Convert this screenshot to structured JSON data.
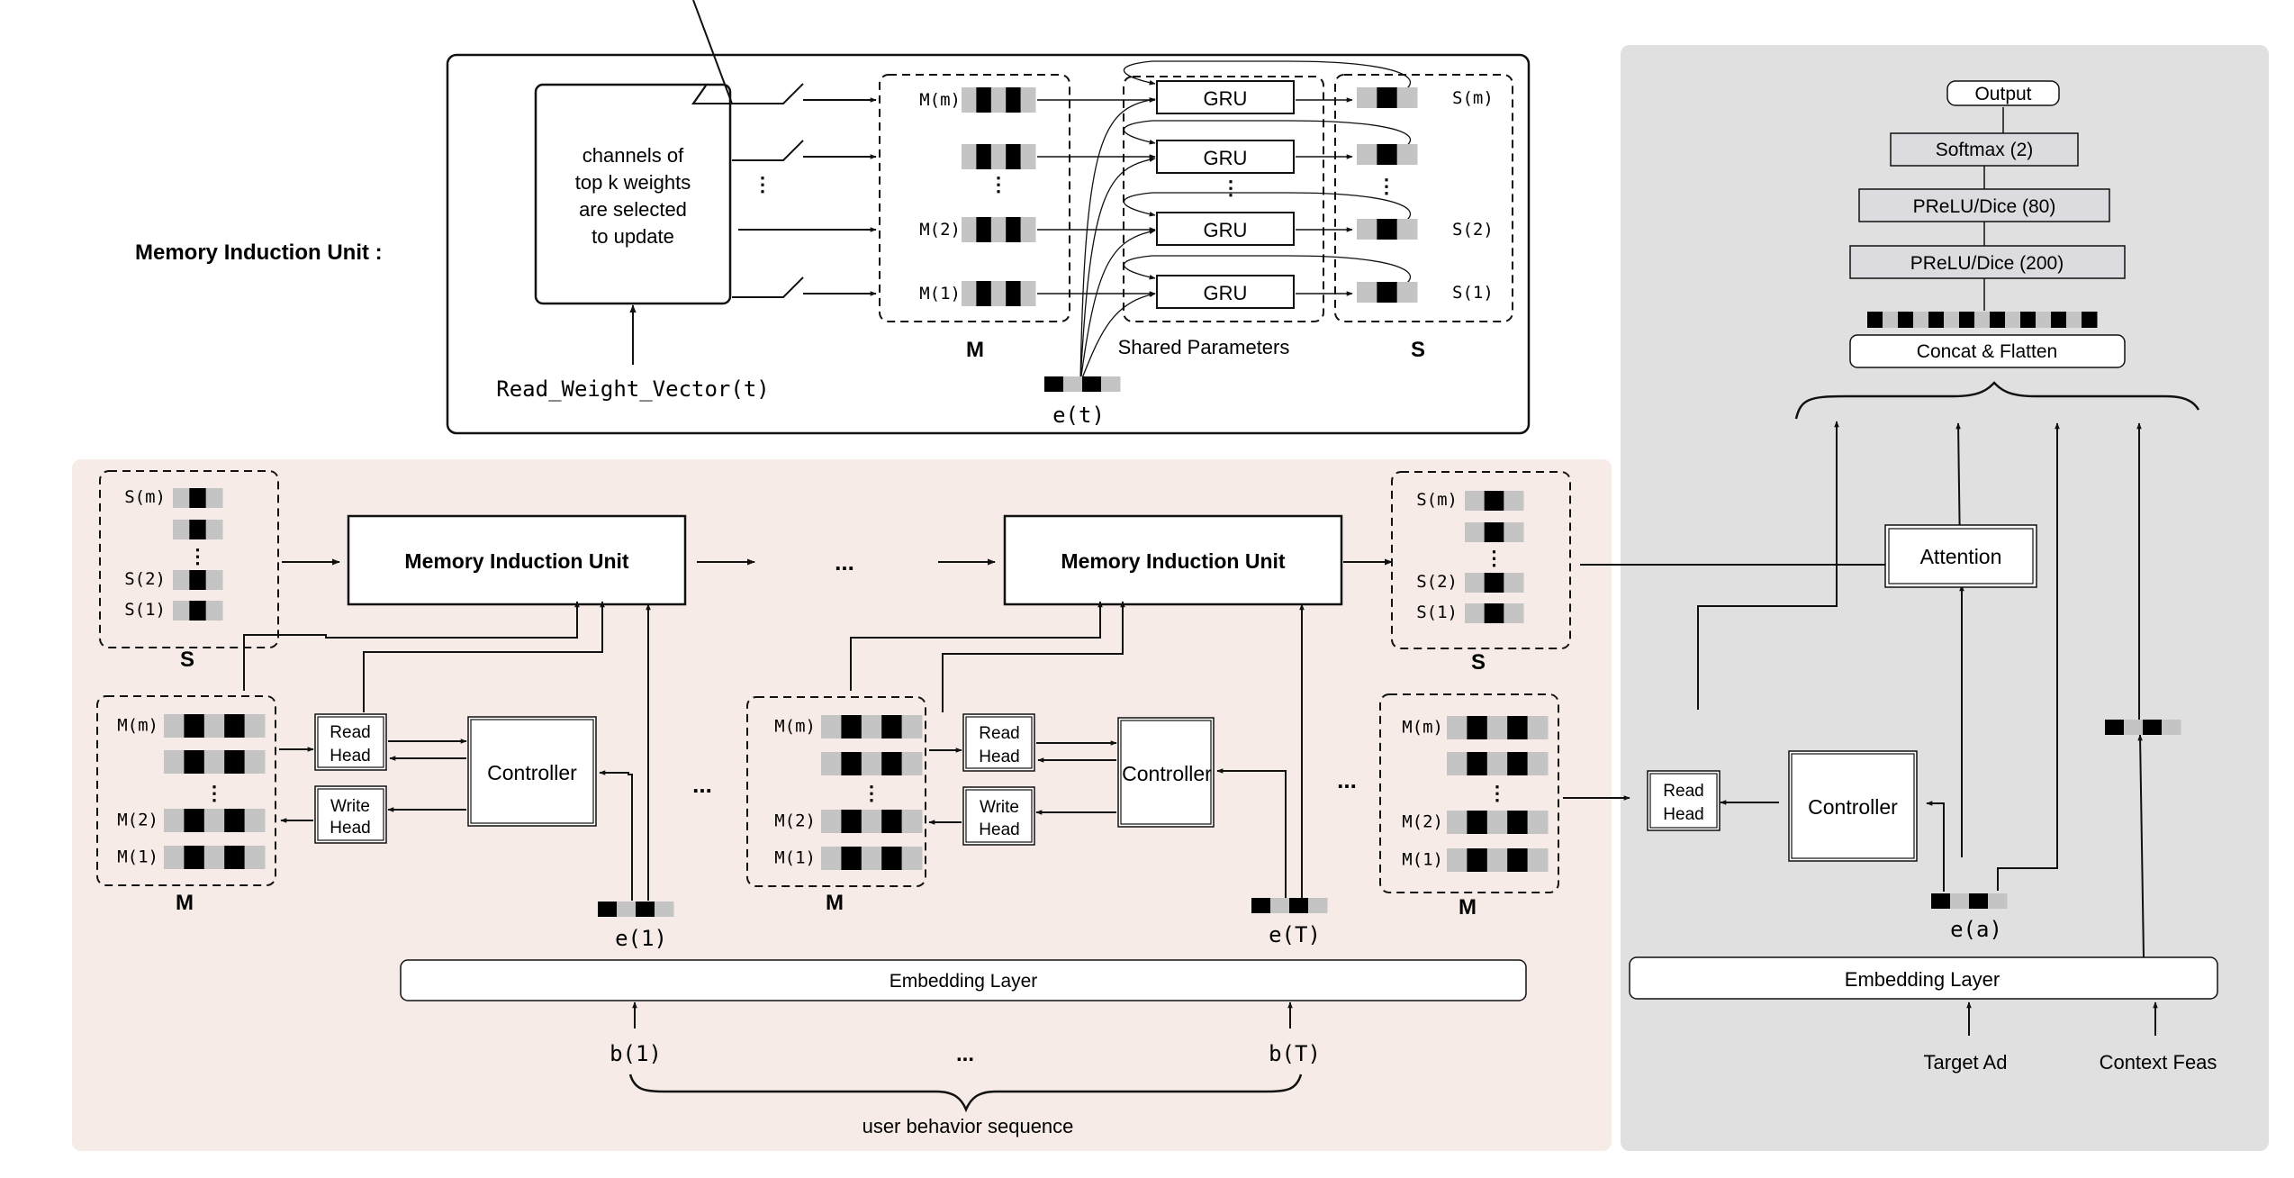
{
  "diagram": {
    "title": "Memory Induction Unit architecture (MIMN)",
    "colors": {
      "left_panel_bg": "#f6ebe6",
      "right_panel_bg": "#e0e0e0",
      "cell_dark": "#000000",
      "cell_light": "#c4c4c4",
      "line": "#111111",
      "box_fill": "#ffffff",
      "layer_box_fill": "#dcdce0"
    }
  },
  "miu_detail": {
    "caption": "Memory Induction Unit :",
    "selector_text": [
      "channels of",
      "top k weights",
      "are selected",
      "to update"
    ],
    "read_weight_label": "Read_Weight_Vector(t)",
    "vdots": "⋮",
    "memory_rows": [
      "M(m)",
      "",
      "M(2)",
      "M(1)"
    ],
    "memory_label": "M",
    "gru_label": "GRU",
    "shared_params_label": "Shared Parameters",
    "state_rows": [
      "S(m)",
      "",
      "S(2)",
      "S(1)"
    ],
    "state_label": "S",
    "input_label": "e(t)"
  },
  "left_panel": {
    "state_rows": [
      "S(m)",
      "",
      "S(2)",
      "S(1)"
    ],
    "state_label": "S",
    "memory_rows": [
      "M(m)",
      "",
      "M(2)",
      "M(1)"
    ],
    "memory_label": "M",
    "miu_label": "Memory Induction Unit",
    "ellipsis": "...",
    "read_head": [
      "Read",
      "Head"
    ],
    "write_head": [
      "Write",
      "Head"
    ],
    "controller": "Controller",
    "e1": "e(1)",
    "eT": "e(T)",
    "embedding_layer": "Embedding Layer",
    "b1": "b(1)",
    "bT": "b(T)",
    "sequence_label": "user behavior sequence"
  },
  "right_panel": {
    "output": "Output",
    "layers": [
      "Softmax (2)",
      "PReLU/Dice (80)",
      "PReLU/Dice (200)"
    ],
    "concat": "Concat & Flatten",
    "attention": "Attention",
    "read_head": [
      "Read",
      "Head"
    ],
    "controller": "Controller",
    "ea": "e(a)",
    "embedding_layer": "Embedding Layer",
    "inputs": [
      "Target Ad",
      "Context Feas"
    ]
  }
}
